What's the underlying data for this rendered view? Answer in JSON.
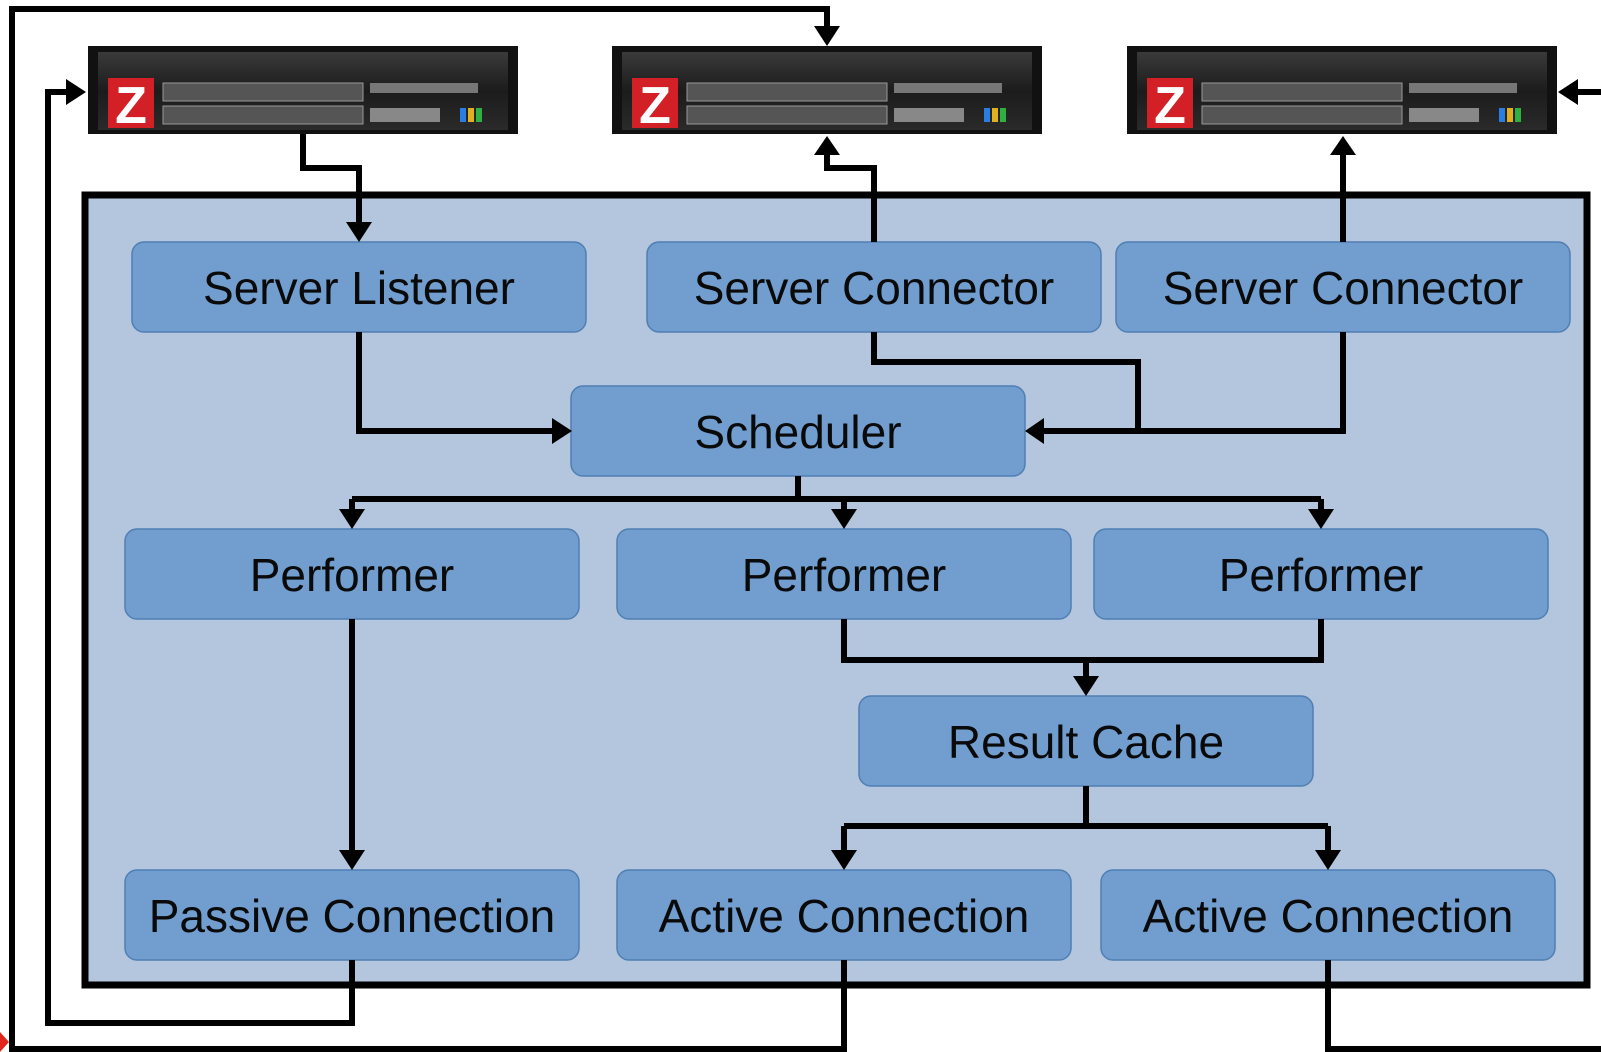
{
  "servers": [
    {
      "logo_letter": "Z"
    },
    {
      "logo_letter": "Z"
    },
    {
      "logo_letter": "Z"
    }
  ],
  "nodes": {
    "server_listener": "Server Listener",
    "server_connector_1": "Server Connector",
    "server_connector_2": "Server Connector",
    "scheduler": "Scheduler",
    "performer_1": "Performer",
    "performer_2": "Performer",
    "performer_3": "Performer",
    "result_cache": "Result Cache",
    "passive_connection": "Passive Connection",
    "active_connection_1": "Active Connection",
    "active_connection_2": "Active Connection"
  },
  "colors": {
    "container": "#b4c6dd",
    "node": "#719ecf",
    "logo": "#d31f26",
    "wire": "#000000"
  }
}
